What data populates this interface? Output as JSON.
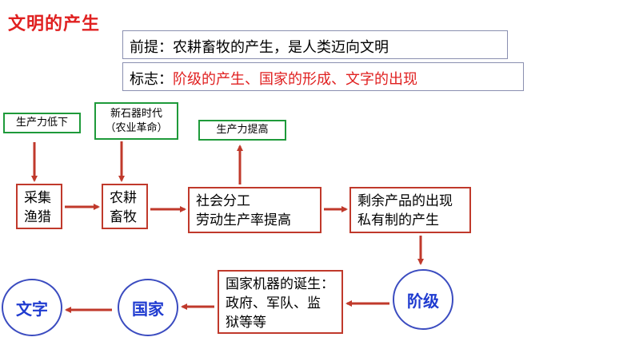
{
  "title": "文明的产生",
  "premise": {
    "label": "前提：",
    "text": "农耕畜牧的产生，是人类迈向文明"
  },
  "sign": {
    "label": "标志：",
    "text": "阶级的产生、国家的形成、文字的出现"
  },
  "green_boxes": {
    "low_productivity": "生产力低下",
    "neolithic_line1": "新石器时代",
    "neolithic_line2": "（农业革命）",
    "productivity_up": "生产力提高"
  },
  "flow": {
    "gathering_line1": "采集",
    "gathering_line2": "渔猎",
    "farming_line1": "农耕",
    "farming_line2": "畜牧",
    "division_line1": "社会分工",
    "division_line2": "劳动生产率提高",
    "surplus_line1": "剩余产品的出现",
    "surplus_line2": "私有制的产生",
    "class": "阶级",
    "state_machine_line1": "国家机器的诞生：",
    "state_machine_line2": "政府、军队、监",
    "state_machine_line3": "狱等等",
    "state": "国家",
    "writing": "文字"
  },
  "colors": {
    "title": "#e02020",
    "sign_text": "#e02020",
    "green_border": "#1e9a3a",
    "red_border": "#c0392b",
    "circle_text": "#1f3bd0",
    "arrow": "#c0392b"
  }
}
